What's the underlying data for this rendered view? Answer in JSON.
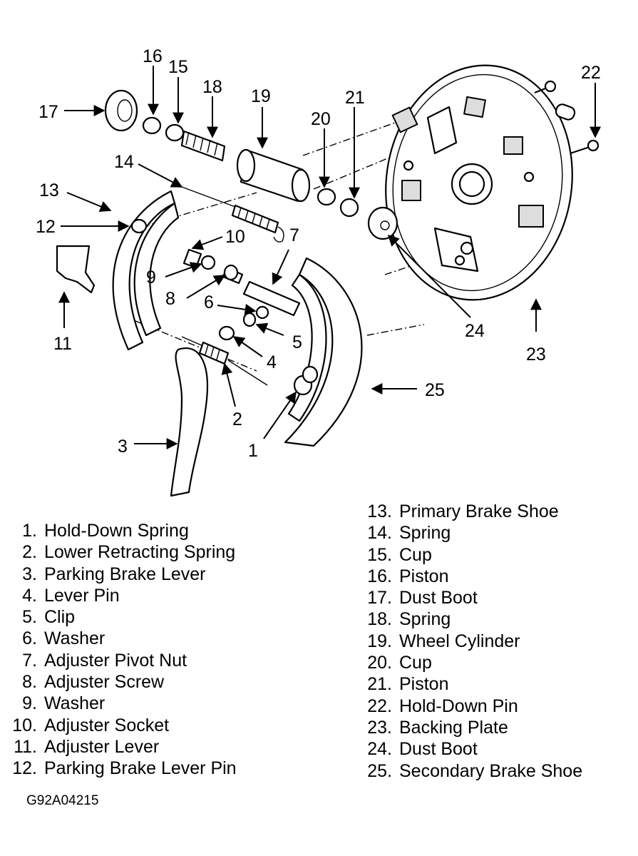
{
  "callouts": [
    "1",
    "2",
    "3",
    "4",
    "5",
    "6",
    "7",
    "8",
    "9",
    "10",
    "11",
    "12",
    "13",
    "14",
    "15",
    "16",
    "17",
    "18",
    "19",
    "20",
    "21",
    "22",
    "23",
    "24",
    "25"
  ],
  "legend_left": [
    {
      "num": "1.",
      "label": "Hold-Down Spring"
    },
    {
      "num": "2.",
      "label": "Lower Retracting Spring"
    },
    {
      "num": "3.",
      "label": "Parking Brake Lever"
    },
    {
      "num": "4.",
      "label": "Lever Pin"
    },
    {
      "num": "5.",
      "label": "Clip"
    },
    {
      "num": "6.",
      "label": "Washer"
    },
    {
      "num": "7.",
      "label": "Adjuster Pivot Nut"
    },
    {
      "num": "8.",
      "label": "Adjuster Screw"
    },
    {
      "num": "9.",
      "label": "Washer"
    },
    {
      "num": "10.",
      "label": "Adjuster Socket"
    },
    {
      "num": "11.",
      "label": "Adjuster Lever"
    },
    {
      "num": "12.",
      "label": "Parking Brake Lever Pin"
    }
  ],
  "legend_right": [
    {
      "num": "13.",
      "label": "Primary Brake Shoe"
    },
    {
      "num": "14.",
      "label": "Spring"
    },
    {
      "num": "15.",
      "label": "Cup"
    },
    {
      "num": "16.",
      "label": "Piston"
    },
    {
      "num": "17.",
      "label": "Dust Boot"
    },
    {
      "num": "18.",
      "label": "Spring"
    },
    {
      "num": "19.",
      "label": "Wheel Cylinder"
    },
    {
      "num": "20.",
      "label": "Cup"
    },
    {
      "num": "21.",
      "label": "Piston"
    },
    {
      "num": "22.",
      "label": "Hold-Down Pin"
    },
    {
      "num": "23.",
      "label": "Backing Plate"
    },
    {
      "num": "24.",
      "label": "Dust Boot"
    },
    {
      "num": "25.",
      "label": "Secondary Brake Shoe"
    }
  ],
  "figure_code": "G92A04215"
}
